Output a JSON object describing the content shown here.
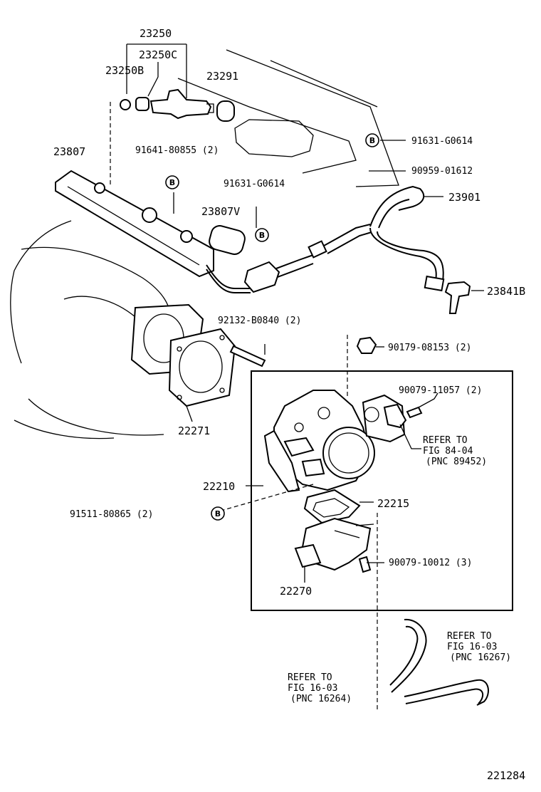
{
  "labels": {
    "p23250": "23250",
    "p23250c": "23250C",
    "p23250b": "23250B",
    "p23291": "23291",
    "p23807": "23807",
    "p91641": "91641-80855 (2)",
    "p91631a": "91631-G0614",
    "p90959": "90959-01612",
    "p91631b": "91631-G0614",
    "p23901": "23901",
    "p23807v": "23807V",
    "p23841b": "23841B",
    "p92132": "92132-B0840 (2)",
    "p90179": "90179-08153 (2)",
    "p90079a": "90079-11057 (2)",
    "refer1_l1": "REFER TO",
    "refer1_l2": "FIG 84-04",
    "refer1_l3": "(PNC 89452)",
    "p22271": "22271",
    "p22210": "22210",
    "p22215": "22215",
    "p91511": "91511-80865 (2)",
    "p90079b": "90079-10012 (3)",
    "p22270": "22270",
    "refer2_l1": "REFER TO",
    "refer2_l2": "FIG 16-03",
    "refer2_l3": "(PNC 16267)",
    "refer3_l1": "REFER TO",
    "refer3_l2": "FIG 16-03",
    "refer3_l3": "(PNC 16264)",
    "diagram_code": "221284"
  },
  "markers": {
    "b_letter": "B"
  }
}
